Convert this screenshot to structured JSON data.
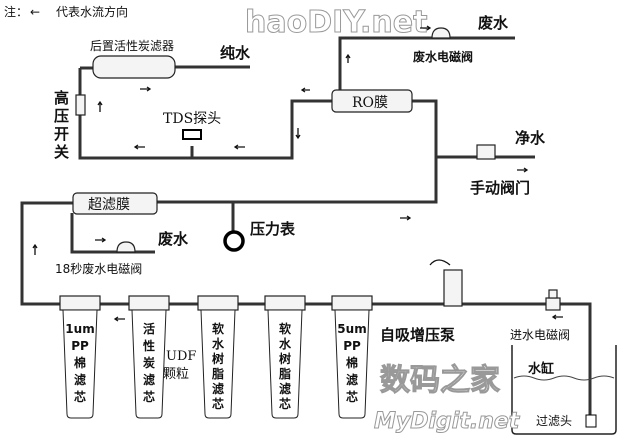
{
  "note": {
    "prefix": "注：",
    "arrow": "←",
    "text": "代表水流方向"
  },
  "watermarks": {
    "top": "haoDIY.net",
    "bottom_cn": "数码之家",
    "bottom_en": "MyDigit.net"
  },
  "labels": {
    "post_carbon": "后置活性炭滤器",
    "pure_water": "纯水",
    "high_pressure_switch": [
      "高",
      "压",
      "开",
      "关"
    ],
    "tds_probe": "TDS探头",
    "ro_membrane": "RO膜",
    "waste_water_top": "废水",
    "waste_valve": "废水电磁阀",
    "clean_water": "净水",
    "manual_valve": "手动阀门",
    "ultrafilter": "超滤膜",
    "pressure_gauge": "压力表",
    "waste_water_bottom": "废水",
    "waste_valve_18s": "18秒废水电磁阀",
    "pump": "自吸增压泵",
    "inlet_valve": "进水电磁阀",
    "tank": "水缸",
    "filter_head": "过滤头",
    "udf": "UDF",
    "udf_granules": "颗粒"
  },
  "filters": [
    {
      "lines": [
        "1um",
        "PP",
        "棉",
        "滤",
        "芯"
      ]
    },
    {
      "lines": [
        "活",
        "性",
        "炭",
        "滤",
        "芯"
      ]
    },
    {
      "lines": [
        "软",
        "水",
        "树",
        "脂",
        "滤",
        "芯"
      ]
    },
    {
      "lines": [
        "软",
        "水",
        "树",
        "脂",
        "滤",
        "芯"
      ]
    },
    {
      "lines": [
        "5um",
        "PP",
        "棉",
        "滤",
        "芯"
      ]
    }
  ]
}
